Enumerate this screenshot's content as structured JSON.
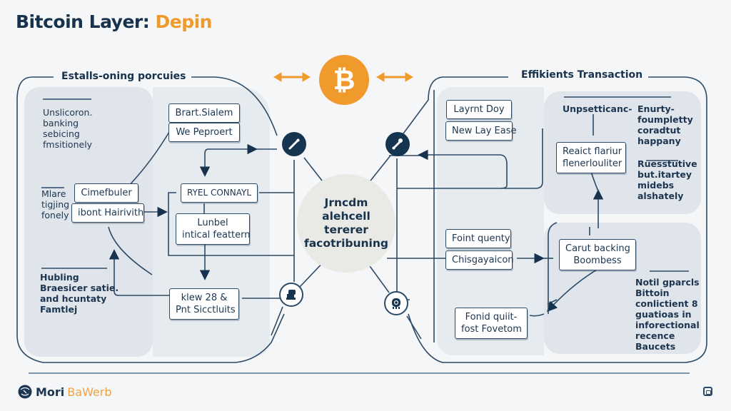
{
  "header": {
    "title_main": "Bitcoin Layer:",
    "title_accent": "Depin"
  },
  "colors": {
    "navy": "#17324d",
    "accent_orange": "#ef9a2b",
    "panel_gray": "#dfe5eb",
    "background": "#f4f6f8"
  },
  "center": {
    "bitcoin_symbol": "₿",
    "hub_lines": [
      "Jrncdm",
      "alehcell",
      "tererer",
      "facotribuning"
    ]
  },
  "left_section": {
    "label": "Estalls-oning porcuies",
    "notes": [
      {
        "lines": [
          "Unslicoron.",
          "banking",
          "sebicing",
          "fmsitionely"
        ]
      },
      {
        "lines": [
          "Mlare",
          "tigjing",
          "fonely"
        ]
      },
      {
        "lines": [
          "Hubling",
          "Braesicer satie.",
          "and hcuntaty",
          "Famtlej"
        ]
      }
    ],
    "boxes": {
      "brart_sialem": "Brart.Sialem",
      "we_peproert": "We Peproert",
      "cimefbuler": "Cimefbuler",
      "ibont_hairivith": "ibont Hairivith",
      "ryel_connayl": "RYEL CONNAYL",
      "lunbel": [
        "Lunbel",
        "intical feattern"
      ],
      "klew": [
        "klew 28 &",
        "Pnt Sicctluits"
      ]
    }
  },
  "right_section": {
    "label": "Effikients Transaction",
    "notes": [
      {
        "lines": [
          "Unpsetticanc-"
        ]
      },
      {
        "lines": [
          "Enurty-",
          "foumpletty",
          "coradtut",
          "happany"
        ]
      },
      {
        "lines": [
          "Ruesstutive",
          "but.itartey",
          "midebs",
          "alshately"
        ]
      },
      {
        "lines": [
          "Notil gparcls",
          "Bittoin",
          "conlictient 8",
          "guatioas in",
          "inforectional",
          "recence",
          "Baucets"
        ]
      }
    ],
    "boxes": {
      "layrnt_doy": "Layrnt Doy",
      "new_lay_ease": "New Lay Ease",
      "reaict_flariur": [
        "Reaict flariur",
        "flenerlouliter"
      ],
      "foint_quenty": "Foint quenty",
      "chisgayaicon": "Chisgayaicon",
      "carut_backing": [
        "Carut backing",
        "Boombess"
      ],
      "fonid_quiit": [
        "Fonid quiit-",
        "fost Fovetom"
      ]
    }
  },
  "icons": {
    "top_left_node": "wrench-icon",
    "top_right_node": "bone-icon",
    "bottom_left_node": "robot-icon",
    "bottom_right_node": "chip-icon",
    "bitcoin": "bitcoin-icon"
  },
  "footer": {
    "brand_part1": "Mori",
    "brand_part2": "BaWerb"
  }
}
